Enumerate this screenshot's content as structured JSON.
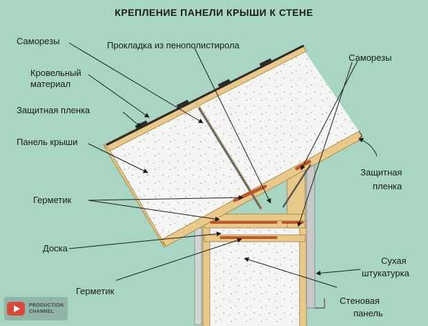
{
  "title": "КРЕПЛЕНИЕ ПАНЕЛИ КРЫШИ К СТЕНЕ",
  "labels": {
    "screws_left": "Саморезы",
    "roofing_1": "Кровельный",
    "roofing_2": "материал",
    "film_left": "Защитная пленка",
    "roof_panel": "Панель крыши",
    "foam_gasket": "Прокладка из пенополистирола",
    "screws_right": "Саморезы",
    "film_right_1": "Защитная",
    "film_right_2": "пленка",
    "sealant_top": "Герметик",
    "board": "Доска",
    "sealant_bottom": "Герметик",
    "drywall_1": "Сухая",
    "drywall_2": "штукатурка",
    "wall_panel_1": "Стеновая",
    "wall_panel_2": "панель"
  },
  "watermark": {
    "line1": "PRODUCTION",
    "line2": "CHANNEL"
  },
  "colors": {
    "background": "#a9d6c3",
    "foam": "#f5f5f3",
    "wood": "#e9c98a",
    "sealant": "#c0572a",
    "roofing": "#2b2b2b",
    "wall_film": "#8a8a8a"
  }
}
